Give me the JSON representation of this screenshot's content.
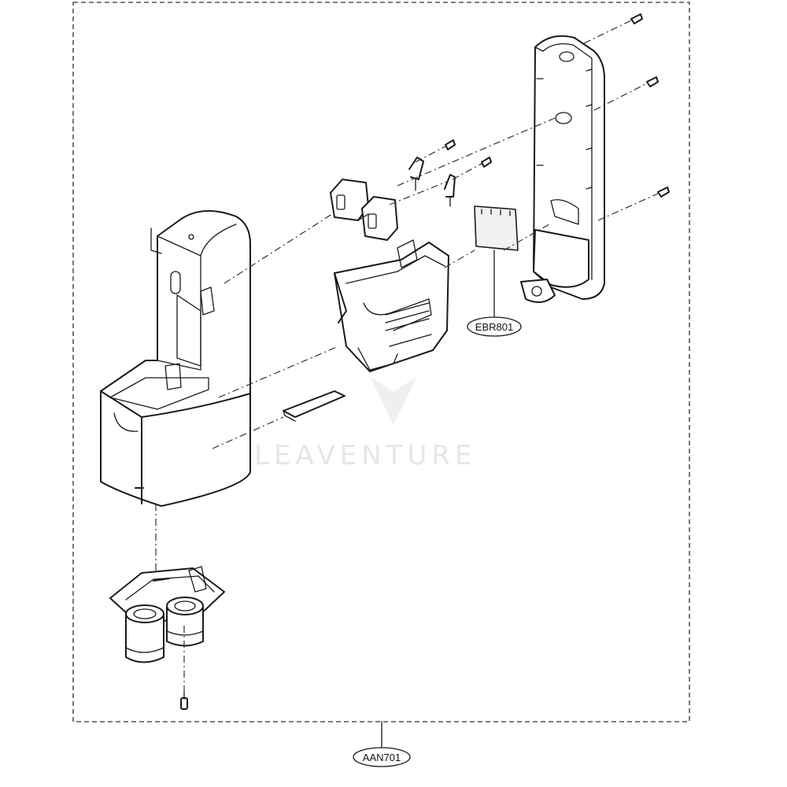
{
  "callouts": {
    "board": "EBR801",
    "assembly": "AAN701"
  },
  "watermark": "LEAVENTURE"
}
